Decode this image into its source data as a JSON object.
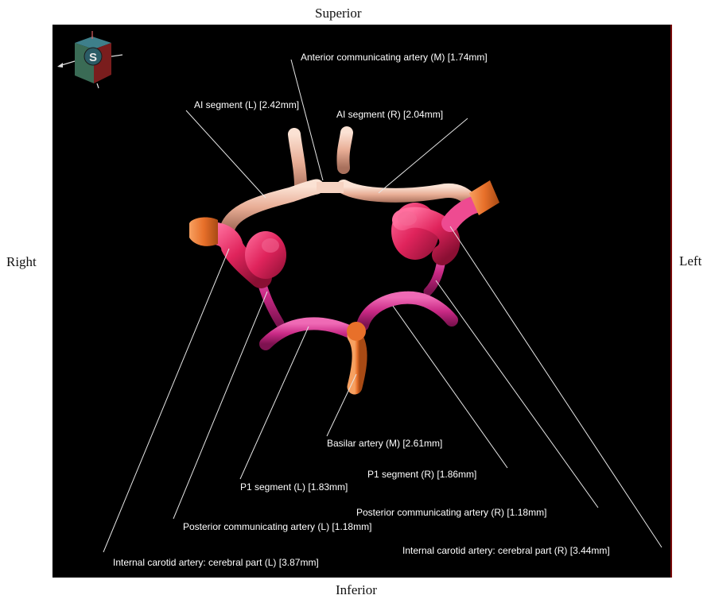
{
  "orientation": {
    "superior": "Superior",
    "inferior": "Inferior",
    "right": "Right",
    "left": "Left"
  },
  "orientation_cube": {
    "face_letter": "S",
    "icon": "orientation-cube-icon"
  },
  "labels": {
    "acom": "Anterior communicating artery (M) [1.74mm]",
    "a1_left": "AI segment (L) [2.42mm]",
    "a1_right": "AI segment (R) [2.04mm]",
    "basilar": "Basilar artery (M) [2.61mm]",
    "p1_right": "P1 segment (R) [1.86mm]",
    "p1_left": "P1 segment (L) [1.83mm]",
    "pcom_right": "Posterior communicating artery (R) [1.18mm]",
    "pcom_left": "Posterior communicating artery (L) [1.18mm]",
    "ica_right": "Internal carotid artery: cerebral part (R) [3.44mm]",
    "ica_left": "Internal carotid artery: cerebral part (L) [3.87mm]"
  },
  "colors": {
    "background": "#000000",
    "anterior_vessels": "#efb9a2",
    "ica": "#e0245c",
    "ica_tip": "#e8641e",
    "posterior_vessels": "#cc2a86",
    "basilar": "#e8702a",
    "leader_lines": "#e6e6e6"
  }
}
